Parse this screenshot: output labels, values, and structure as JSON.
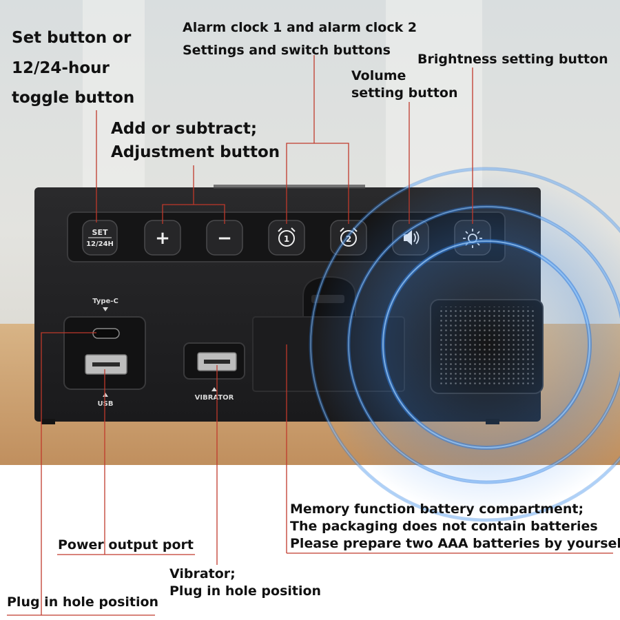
{
  "labels": {
    "set_line1": "Set button or",
    "set_line2": "12/24-hour",
    "set_line3": "toggle button",
    "adjust_line1": "Add or subtract;",
    "adjust_line2": "Adjustment button",
    "alarm_line1": "Alarm clock 1 and alarm clock 2",
    "alarm_line2": "Settings and switch buttons",
    "volume_line1": "Volume",
    "volume_line2": "setting button",
    "brightness": "Brightness setting button",
    "battery_line1": "Memory function battery compartment;",
    "battery_line2": "The packaging does not contain batteries",
    "battery_line3": "Please prepare two AAA batteries by yourself",
    "power_output": "Power output port",
    "vibrator_line1": "Vibrator;",
    "vibrator_line2": "Plug in hole position",
    "plug_hole": "Plug in hole position"
  },
  "device": {
    "set_key_top": "SET",
    "set_key_bottom": "12/24H",
    "plus_key": "+",
    "minus_key": "−",
    "alarm1_key": "1",
    "alarm2_key": "2",
    "port_typec_label": "Type-C",
    "port_usb_label": "USB",
    "port_vibrator_label": "VIBRATOR"
  },
  "colors": {
    "leader_line": "#c0392b",
    "device_body": "#1f1f21",
    "wave": "#2f7de0",
    "table": "#c99c6a"
  }
}
